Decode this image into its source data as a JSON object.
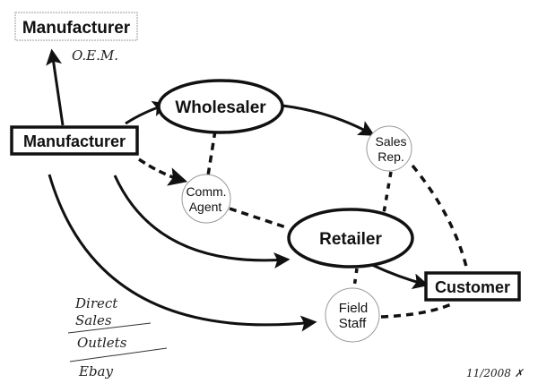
{
  "diagram": {
    "title": "Distribution Channels",
    "nodes": {
      "manufacturer_oem": {
        "label": "Manufacturer",
        "shape": "box-thin"
      },
      "oem_note": {
        "label": "O.E.M."
      },
      "manufacturer": {
        "label": "Manufacturer",
        "shape": "box-bold"
      },
      "wholesaler": {
        "label": "Wholesaler",
        "shape": "ellipse-bold"
      },
      "sales_rep": {
        "label_line1": "Sales",
        "label_line2": "Rep.",
        "shape": "circle-thin"
      },
      "comm_agent": {
        "label_line1": "Comm.",
        "label_line2": "Agent",
        "shape": "circle-thin"
      },
      "retailer": {
        "label": "Retailer",
        "shape": "ellipse-bold"
      },
      "customer": {
        "label": "Customer",
        "shape": "box-bold"
      },
      "field_staff": {
        "label_line1": "Field",
        "label_line2": "Staff",
        "shape": "circle-thin"
      }
    },
    "edges": [
      {
        "from": "manufacturer",
        "to": "manufacturer_oem",
        "style": "solid-arrow"
      },
      {
        "from": "manufacturer",
        "to": "wholesaler",
        "style": "solid-arrow"
      },
      {
        "from": "manufacturer",
        "to": "comm_agent",
        "style": "dashed-arrow"
      },
      {
        "from": "manufacturer",
        "to": "retailer",
        "style": "solid-arrow"
      },
      {
        "from": "manufacturer",
        "to": "field_staff",
        "style": "solid-arrow"
      },
      {
        "from": "wholesaler",
        "to": "sales_rep",
        "style": "solid-arrow"
      },
      {
        "from": "wholesaler",
        "to": "comm_agent",
        "style": "dashed"
      },
      {
        "from": "comm_agent",
        "to": "retailer",
        "style": "dashed"
      },
      {
        "from": "sales_rep",
        "to": "retailer",
        "style": "dashed"
      },
      {
        "from": "sales_rep",
        "to": "customer",
        "style": "dashed"
      },
      {
        "from": "retailer",
        "to": "customer",
        "style": "solid-arrow"
      },
      {
        "from": "retailer",
        "to": "field_staff",
        "style": "dashed"
      },
      {
        "from": "field_staff",
        "to": "customer",
        "style": "dashed"
      }
    ],
    "handwritten_notes": {
      "direct_line1": "Direct",
      "direct_line2": "Sales",
      "outlets": "Outlets",
      "ebay": "Ebay",
      "signature": "11/2008 ✗"
    },
    "colors": {
      "ink": "#111111",
      "thin_ink": "#888888",
      "background": "#ffffff"
    }
  }
}
